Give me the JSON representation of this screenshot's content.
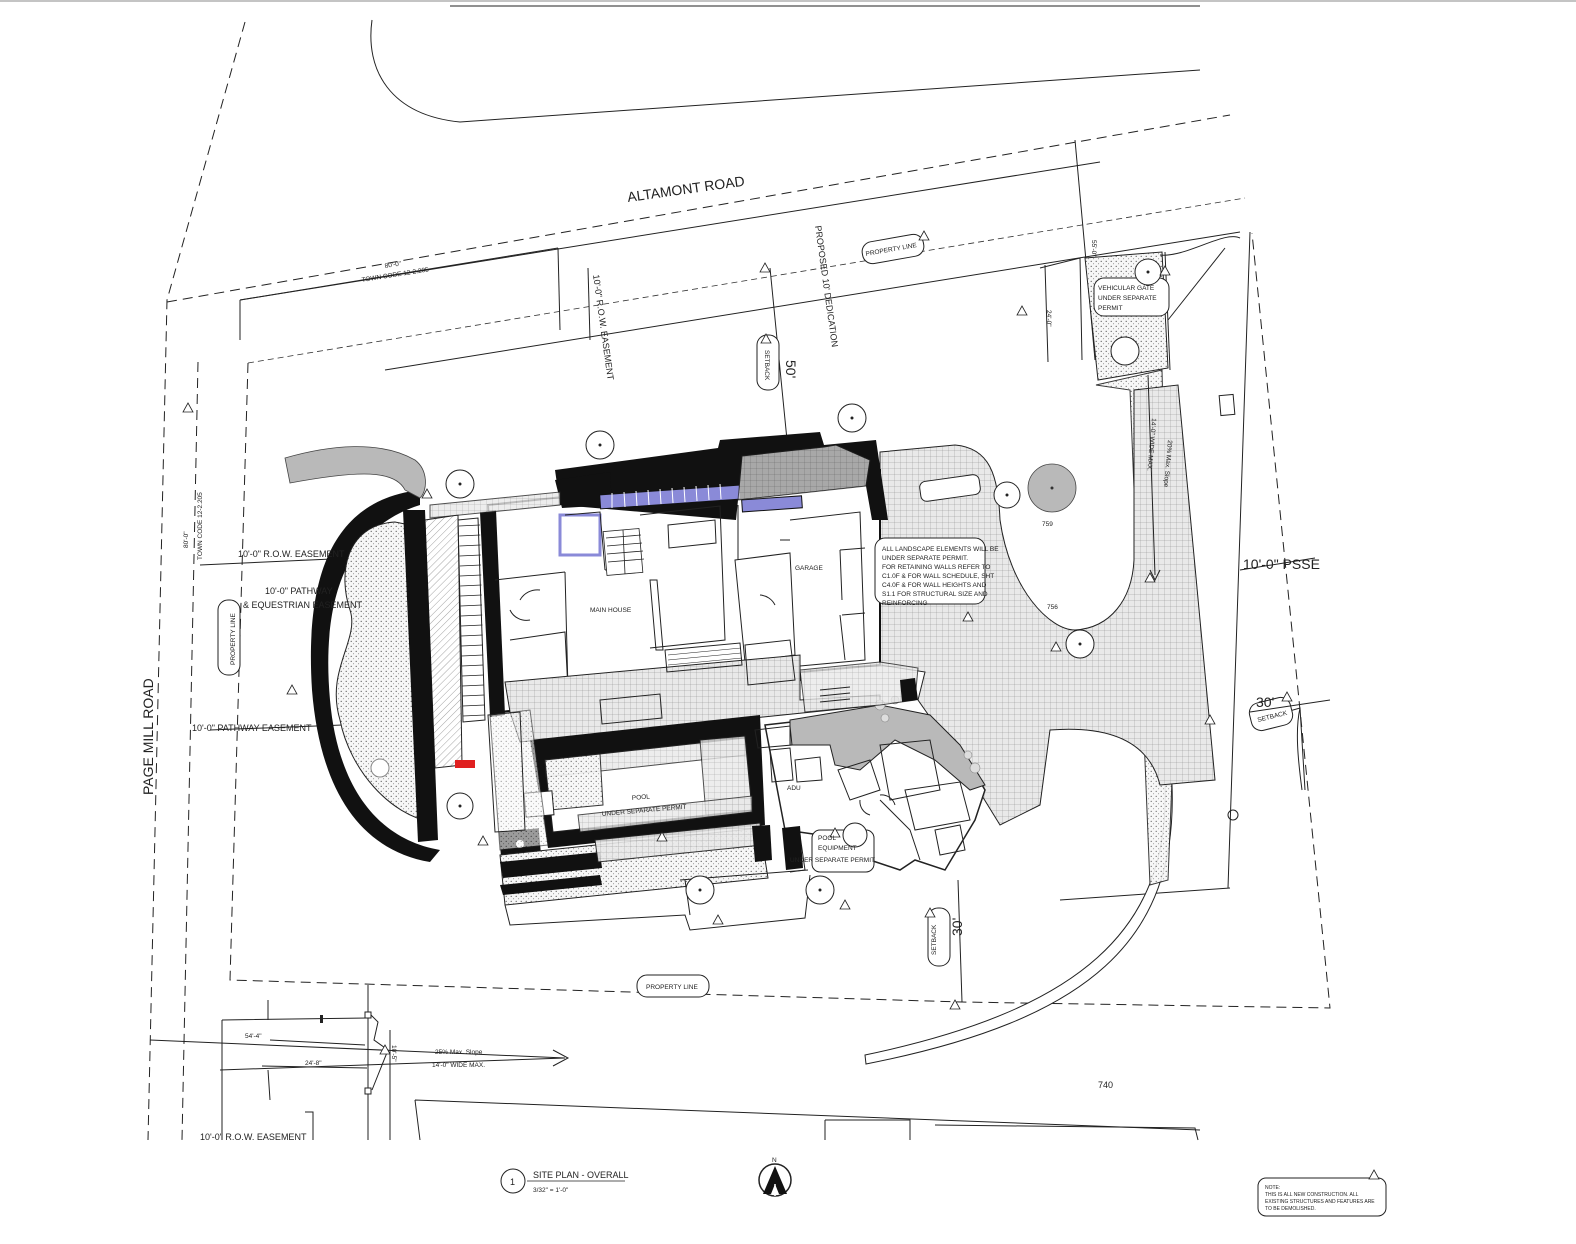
{
  "labels": {
    "altamont_road": "ALTAMONT ROAD",
    "page_mill_road": "PAGE MILL ROAD",
    "property_line_top": "PROPERTY LINE",
    "property_line_left": "PROPERTY LINE",
    "property_line_bottom": "PROPERTY LINE",
    "proposed_dedication": "PROPOSED 10' DEDICATION",
    "row_easement_top": "10'-0\" R.O.W. EASEMENT",
    "row_easement_left": "10'-0\" R.O.W. EASEMENT",
    "row_easement_bottom": "10'-0\" R.O.W. EASEMENT",
    "pathway_equestrian_1": "10'-0\" PATHWAY",
    "pathway_equestrian_2": "& EQUESTRIAN EASEMENT",
    "pathway_easement": "10'-0\" PATHWAY EASEMENT",
    "dim_top": "80'-0\"",
    "town_code_top": "TOWN CODE 12-2.205",
    "dim_left": "80'-0\"",
    "town_code_left": "TOWN CODE 12-2.205",
    "setback_top_value": "50'",
    "setback_top_label": "SETBACK",
    "setback_right_value": "30'",
    "setback_right_label": "SETBACK",
    "setback_bottom_value": "30'",
    "setback_bottom_label": "SETBACK",
    "psse": "10'-0\" PSSE",
    "main_house": "MAIN HOUSE",
    "garage": "GARAGE",
    "adu": "ADU",
    "pool_1": "POOL",
    "pool_2": "UNDER SEPARATE PERMIT",
    "pool_equipment_1": "POOL",
    "pool_equipment_2": "EQUIPMENT",
    "pool_equipment_3": "UNDER SEPARATE PERMIT",
    "vehicular_gate_1": "VEHICULAR GATE",
    "vehicular_gate_2": "UNDER SEPARATE",
    "vehicular_gate_3": "PERMIT",
    "landscape_note": [
      "ALL LANDSCAPE ELEMENTS WILL BE",
      "UNDER SEPARATE PERMIT.",
      "FOR RETAINING WALLS REFER TO",
      "C1.0F & FOR WALL SCHEDULE, SHT",
      "C4.0F & FOR WALL HEIGHTS AND",
      "S1.1 FOR STRUCTURAL SIZE AND",
      "REINFORCING"
    ],
    "drive_slope_right": "20% Max. Slope",
    "drive_width_right": "14'-0\" WIDE MAX.",
    "drive_slope_bottom": "25% Max. Slope",
    "drive_width_bottom": "14'-0\" WIDE MAX.",
    "dim_54_4": "54'-4\"",
    "dim_24_8": "24'-8\"",
    "dim_gate_top": "55'-0\"",
    "dim_gate_side": "24'-0\"",
    "dim_bottom_small": "10'-5\"",
    "elev_759": "759",
    "elev_756": "756",
    "elev_740": "740",
    "north": "N",
    "title_number": "1",
    "title": "SITE PLAN - OVERALL",
    "scale": "3/32\" = 1'-0\"",
    "note_lines": [
      "NOTE:",
      "THIS IS ALL NEW CONSTRUCTION. ALL",
      "EXISTING STRUCTURES AND FEATURES ARE",
      "TO BE DEMOLISHED."
    ]
  },
  "colors": {
    "ink": "#222222",
    "wall": "#111111",
    "accent_blue": "#8a8ad8",
    "accent_red": "#e02020",
    "grey_fill": "#b9b9b9",
    "light_grey": "#d9d9d9"
  },
  "icons": {
    "north_arrow": "north-arrow-icon",
    "tree": "tree-icon",
    "revision": "revision-triangle-icon"
  }
}
